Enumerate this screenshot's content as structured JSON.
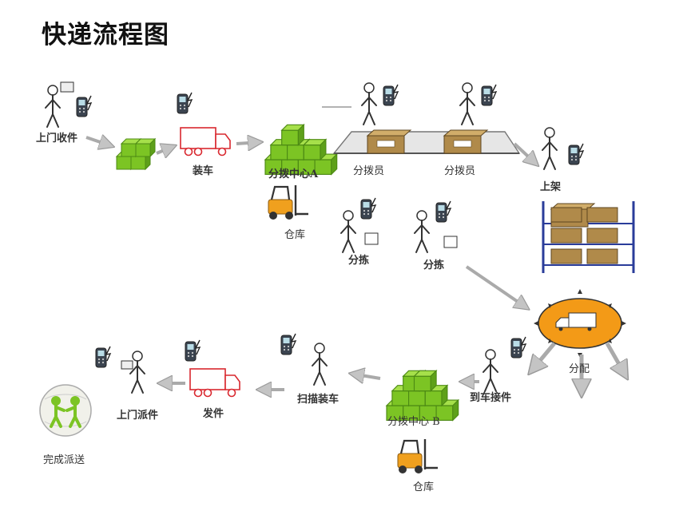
{
  "title": "快递流程图",
  "labels": {
    "pickup": "上门收件",
    "load_truck": "装车",
    "center_a": "分拨中心A",
    "sorter_1": "分拨员",
    "sorter_2": "分拨员",
    "shelf": "上架",
    "warehouse_a": "仓库",
    "sort_1": "分拣",
    "sort_2": "分拣",
    "distribute": "分配",
    "receive_truck": "到车接件",
    "center_b": "分拨中心 B",
    "warehouse_b": "仓库",
    "scan_load": "扫描装车",
    "dispatch": "发件",
    "door_delivery": "上门派件",
    "complete": "完成派送"
  },
  "colors": {
    "box_green": "#7cc424",
    "truck_red": "#d9282f",
    "forklift_orange": "#f0a01e",
    "hub_orange": "#f39a17",
    "shelf_blue": "#2a3c9a",
    "arrow_gray": "#c8c8c8",
    "package_brown": "#b08a4a"
  },
  "icons": [
    "person-icon",
    "scanner-icon",
    "truck-icon",
    "box-stack-icon",
    "forklift-icon",
    "conveyor-icon",
    "shelf-icon",
    "hub-icon",
    "globe-icon",
    "arrow-icon"
  ]
}
